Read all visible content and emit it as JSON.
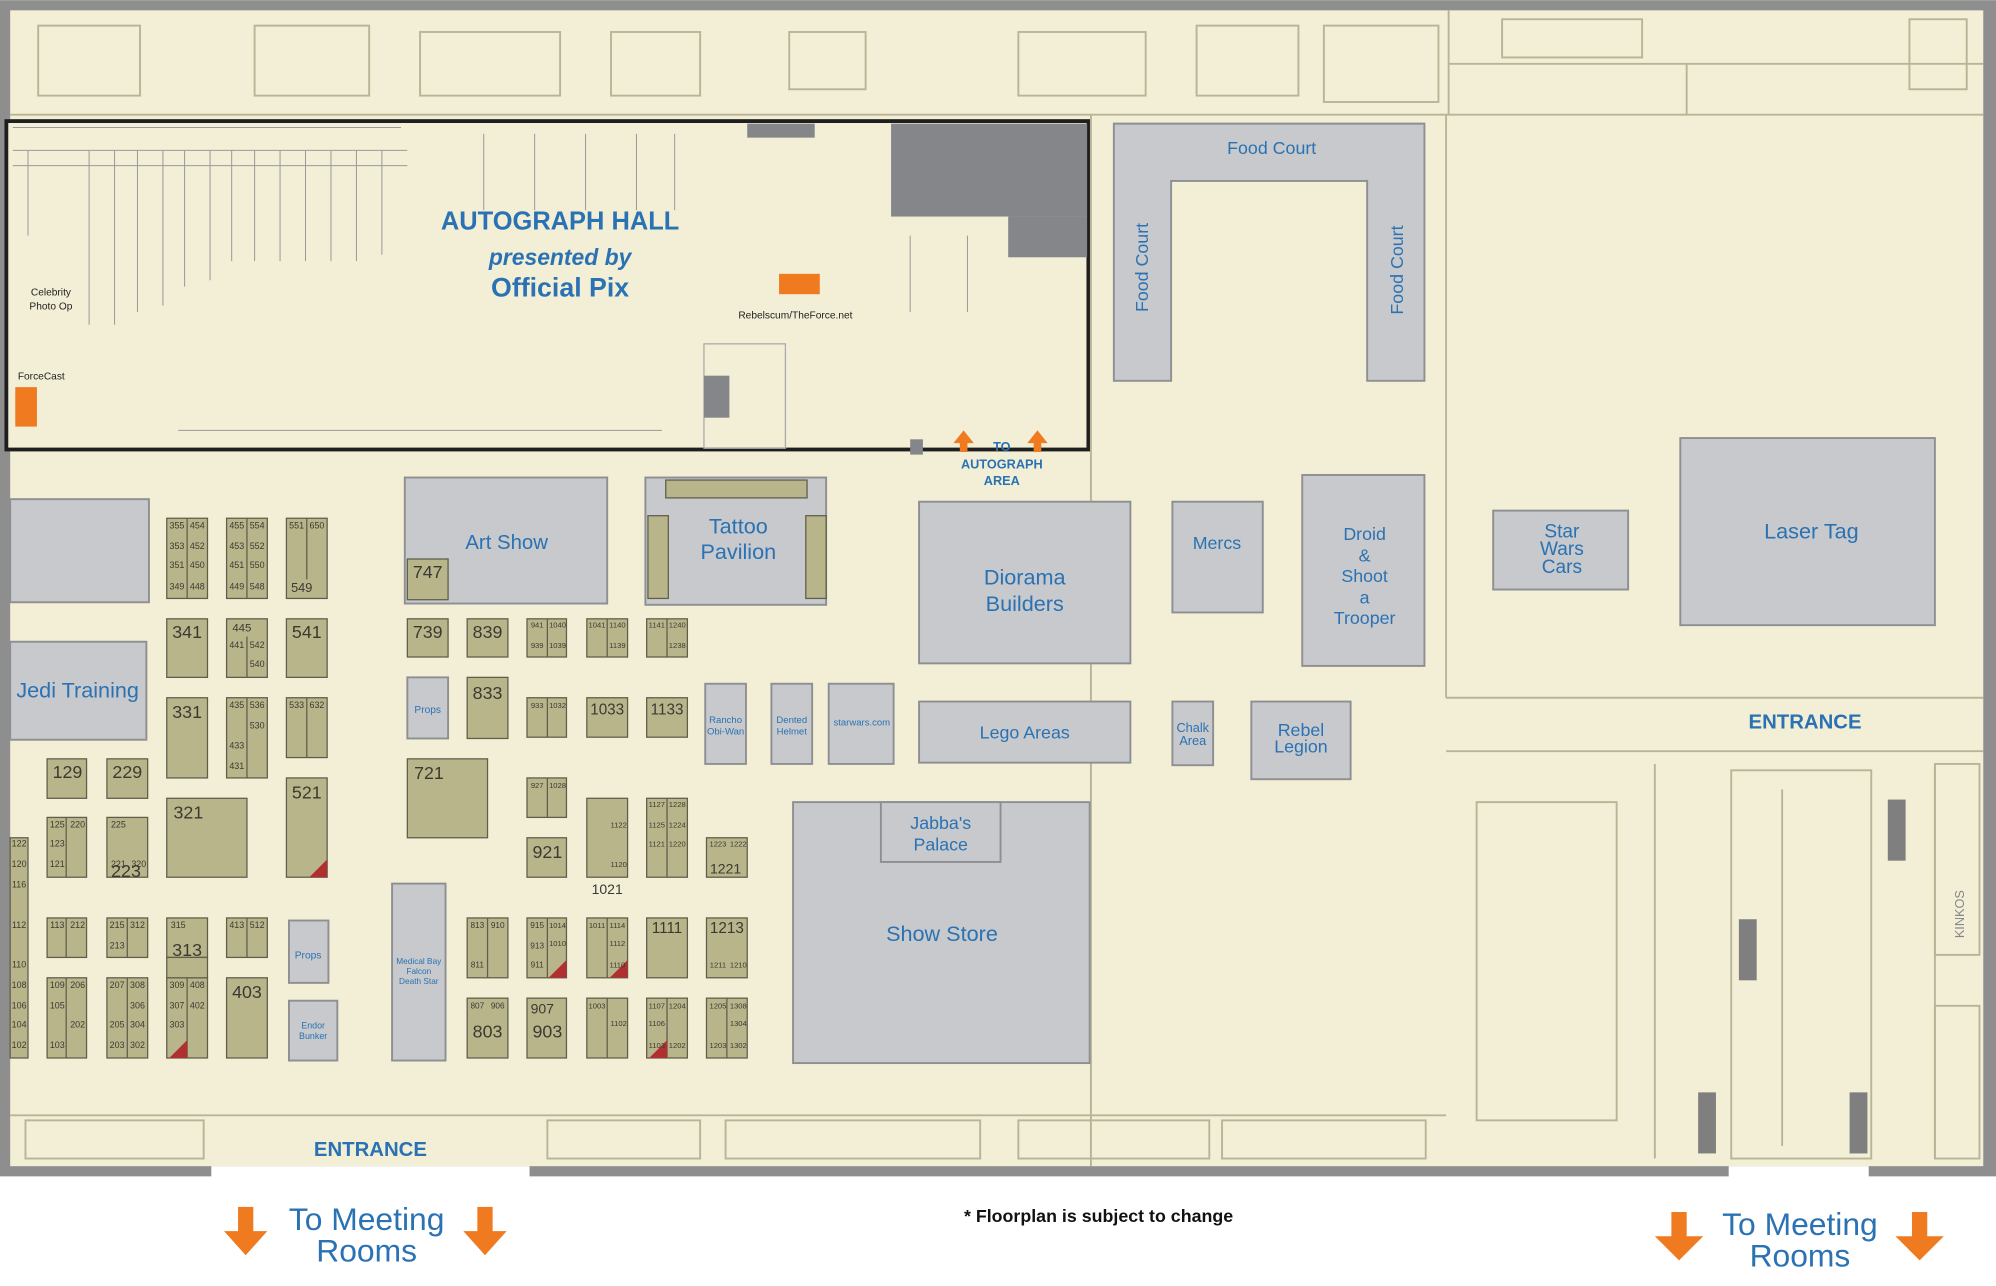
{
  "colors": {
    "floor": "#f2efd6",
    "booth": "#b9b58b",
    "area": "#c7c9cc",
    "label_blue": "#2a72b3",
    "arrow_orange": "#f07a20",
    "dark_grey": "#85868a",
    "outline": "#1f1f1f"
  },
  "autograph_hall": {
    "title": "AUTOGRAPH HALL",
    "presented_by": "presented by",
    "sponsor": "Official Pix",
    "celebrity_photo_op_1": "Celebrity",
    "celebrity_photo_op_2": "Photo Op",
    "forcecast": "ForceCast",
    "rebelscum": "Rebelscum/TheForce.net"
  },
  "to_autograph": {
    "line1": "TO",
    "line2": "AUTOGRAPH",
    "line3": "AREA"
  },
  "areas": {
    "food_court_top": "Food Court",
    "food_court_left": "Food Court",
    "food_court_right": "Food Court",
    "art_show": "Art Show",
    "tattoo_1": "Tattoo",
    "tattoo_2": "Pavilion",
    "diorama_1": "Diorama",
    "diorama_2": "Builders",
    "mercs": "Mercs",
    "droid_1": "Droid",
    "droid_2": "&",
    "droid_3": "Shoot",
    "droid_4": "a",
    "droid_5": "Trooper",
    "star_wars_cars_1": "Star",
    "star_wars_cars_2": "Wars",
    "star_wars_cars_3": "Cars",
    "laser_tag": "Laser Tag",
    "jedi_training": "Jedi Training",
    "lego_areas": "Lego Areas",
    "chalk_1": "Chalk",
    "chalk_2": "Area",
    "rebel_legion_1": "Rebel",
    "rebel_legion_2": "Legion",
    "jabbas_1": "Jabba's",
    "jabbas_2": "Palace",
    "show_store": "Show Store",
    "props_1": "Props",
    "props_2": "Props",
    "rancho_1": "Rancho",
    "rancho_2": "Obi-Wan",
    "dented_1": "Dented",
    "dented_2": "Helmet",
    "starwars_com": "starwars.com",
    "medical_1": "Medical Bay",
    "medical_2": "Falcon",
    "medical_3": "Death Star",
    "endor_1": "Endor",
    "endor_2": "Bunker",
    "kinkos": "KINKOS"
  },
  "booths": {
    "b747": "747",
    "b739": "739",
    "b839": "839",
    "b833": "833",
    "b721": "721",
    "b941": "941",
    "b1040": "1040",
    "b939": "939",
    "b1039": "1039",
    "b1041": "1041",
    "b1140": "1140",
    "b1139": "1139",
    "b1141": "1141",
    "b1240": "1240",
    "b1238": "1238",
    "b933": "933",
    "b1032": "1032",
    "b1033": "1033",
    "b1133": "1133",
    "b927": "927",
    "b1028": "1028",
    "b921": "921",
    "b1021": "1021",
    "b1122": "1122",
    "b1120": "1120",
    "b1127": "1127",
    "b1228": "1228",
    "b1125": "1125",
    "b1224": "1224",
    "b1121": "1121",
    "b1220": "1220",
    "b1223": "1223",
    "b1222": "1222",
    "b1221": "1221",
    "b813": "813",
    "b910": "910",
    "b811": "811",
    "b915": "915",
    "b1014": "1014",
    "b913": "913",
    "b1010": "1010",
    "b911": "911",
    "b1011": "1011",
    "b1114": "1114",
    "b1112": "1112",
    "b1110": "1110",
    "b1111": "1111",
    "b1213": "1213",
    "b1211": "1211",
    "b1210": "1210",
    "b807": "807",
    "b906": "906",
    "b803": "803",
    "b907": "907",
    "b903": "903",
    "b1003": "1003",
    "b1102": "1102",
    "b1107": "1107",
    "b1204": "1204",
    "b1106": "1106",
    "b1103": "1103",
    "b1202": "1202",
    "b1205": "1205",
    "b1308": "1308",
    "b1304": "1304",
    "b1203": "1203",
    "b1302": "1302",
    "b355": "355",
    "b454": "454",
    "b353": "353",
    "b452": "452",
    "b351": "351",
    "b450": "450",
    "b349": "349",
    "b448": "448",
    "b455": "455",
    "b554": "554",
    "b453": "453",
    "b552": "552",
    "b451": "451",
    "b550": "550",
    "b449": "449",
    "b548": "548",
    "b551": "551",
    "b650": "650",
    "b549": "549",
    "b341": "341",
    "b445": "445",
    "b441": "441",
    "b542": "542",
    "b540": "540",
    "b541": "541",
    "b331": "331",
    "b435": "435",
    "b536": "536",
    "b530": "530",
    "b433": "433",
    "b431": "431",
    "b533": "533",
    "b632": "632",
    "b129": "129",
    "b229": "229",
    "b321": "321",
    "b521": "521",
    "b125": "125",
    "b220": "220",
    "b123": "123",
    "b121": "121",
    "b225": "225",
    "b223": "223",
    "b221": "221",
    "b320": "320",
    "b122": "122",
    "b120": "120",
    "b116": "116",
    "b112": "112",
    "b110": "110",
    "b108": "108",
    "b106": "106",
    "b104": "104",
    "b102": "102",
    "b113": "113",
    "b212": "212",
    "b215": "215",
    "b312": "312",
    "b213": "213",
    "b315": "315",
    "b313": "313",
    "b413": "413",
    "b512": "512",
    "b403": "403",
    "b109": "109",
    "b206": "206",
    "b105": "105",
    "b202": "202",
    "b103": "103",
    "b207": "207",
    "b308": "308",
    "b306": "306",
    "b205": "205",
    "b304": "304",
    "b203": "203",
    "b302": "302",
    "b309": "309",
    "b408": "408",
    "b307": "307",
    "b402": "402",
    "b303": "303"
  },
  "entrances": {
    "bottom": "ENTRANCE",
    "right": "ENTRANCE"
  },
  "footer": {
    "meeting_left_1": "To Meeting",
    "meeting_left_2": "Rooms",
    "meeting_right_1": "To Meeting",
    "meeting_right_2": "Rooms",
    "note": "* Floorplan is subject to change"
  }
}
